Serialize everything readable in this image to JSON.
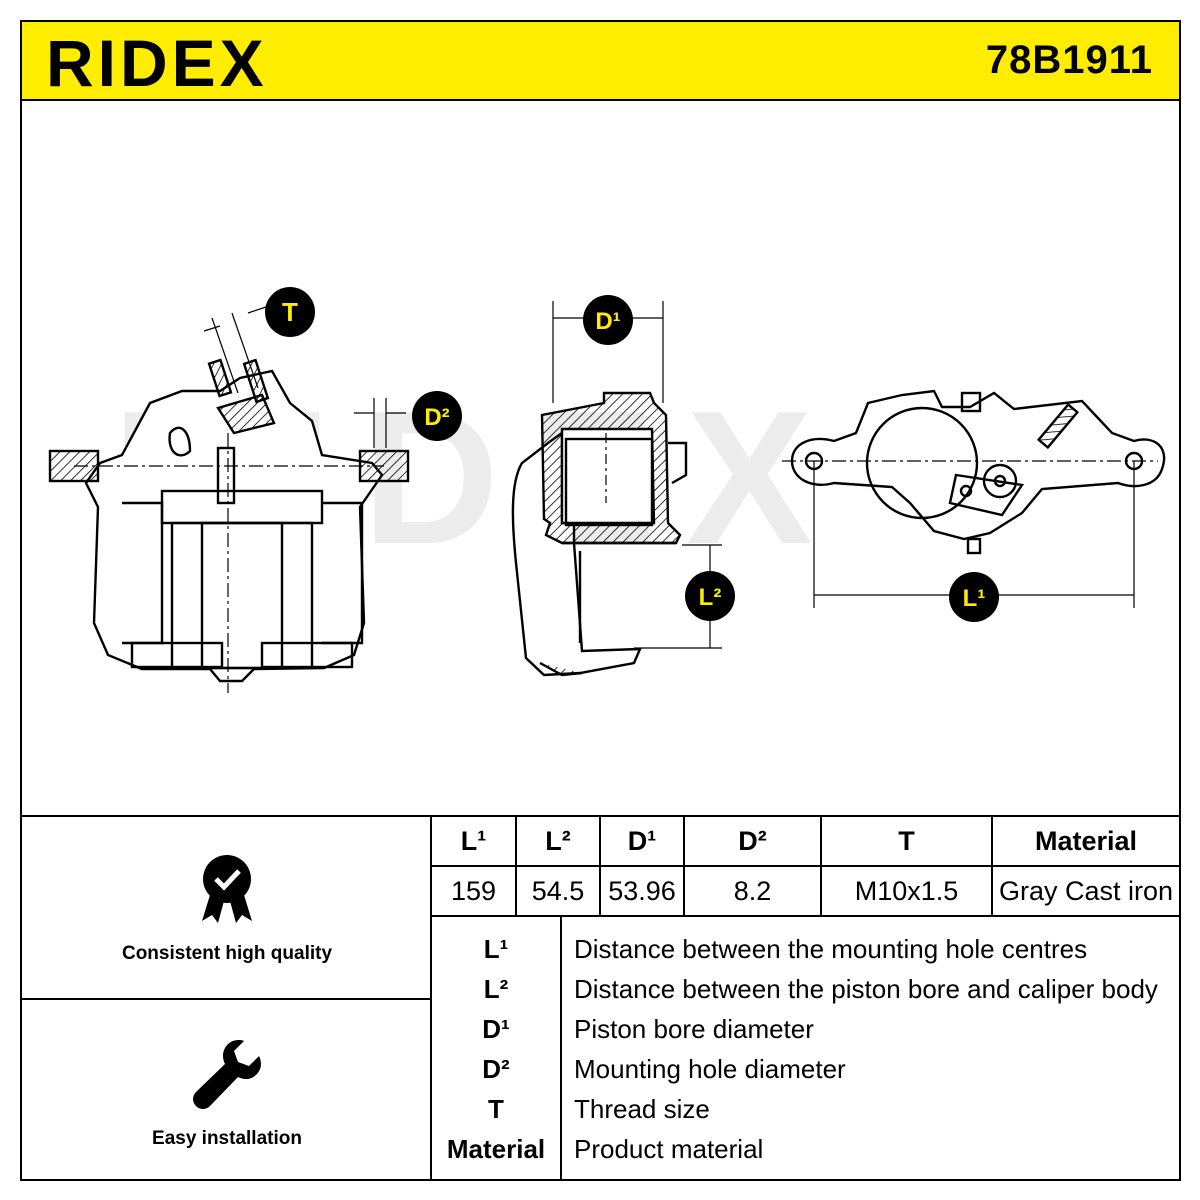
{
  "brand": {
    "logo_text": "RIDEX",
    "part_number": "78B1911",
    "accent_color": "#ffed00"
  },
  "drawing": {
    "watermark_text": "RIDEX",
    "labels": {
      "t": "T",
      "d2": "D²",
      "d1": "D¹",
      "l2": "L²",
      "l1": "L¹"
    }
  },
  "features": [
    {
      "icon": "quality-badge-icon",
      "label": "Consistent high quality"
    },
    {
      "icon": "wrench-icon",
      "label": "Easy installation"
    }
  ],
  "specs": {
    "headers": [
      "L¹",
      "L²",
      "D¹",
      "D²",
      "T",
      "Material"
    ],
    "values": [
      "159",
      "54.5",
      "53.96",
      "8.2",
      "M10x1.5",
      "Gray Cast iron"
    ]
  },
  "legend": [
    {
      "key": "L¹",
      "desc": "Distance between the mounting hole centres"
    },
    {
      "key": "L²",
      "desc": "Distance between the piston bore and caliper body"
    },
    {
      "key": "D¹",
      "desc": "Piston bore diameter"
    },
    {
      "key": "D²",
      "desc": "Mounting hole diameter"
    },
    {
      "key": "T",
      "desc": "Thread size"
    },
    {
      "key": "Material",
      "desc": "Product material"
    }
  ]
}
